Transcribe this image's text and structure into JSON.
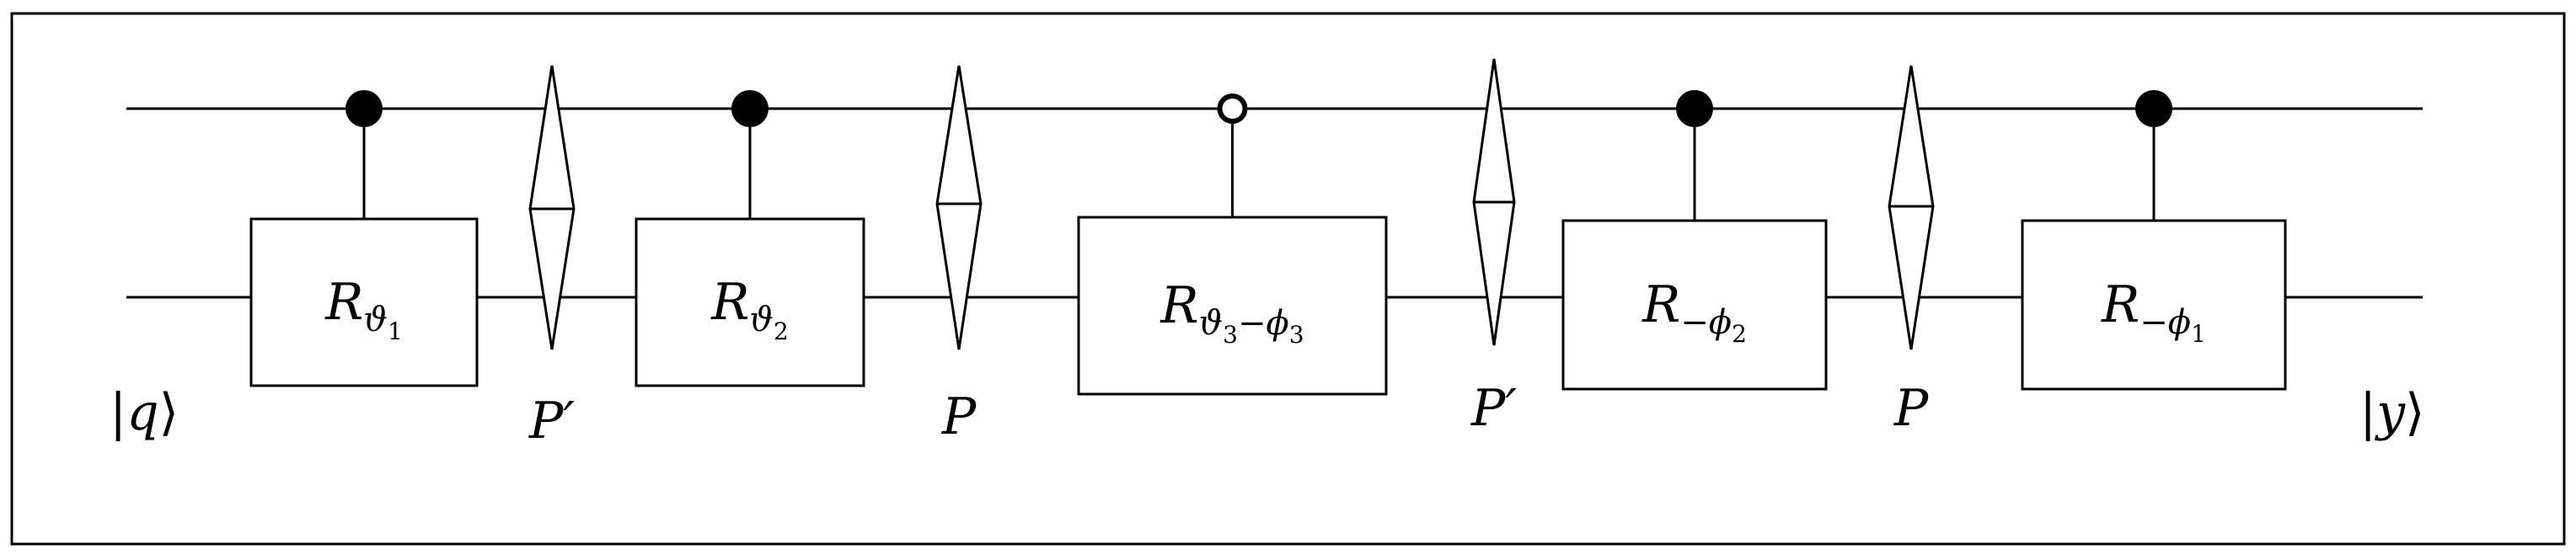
{
  "diagram": {
    "input_state": {
      "bar": "|",
      "symbol": "q",
      "bracket": "⟩"
    },
    "output_state": {
      "bar": "|",
      "symbol": "y",
      "bracket": "⟩"
    },
    "gates": [
      {
        "base": "R",
        "sub_main": "ϑ",
        "sub_index": "1",
        "sub_tail": "",
        "sub_tail_index": "",
        "control": "filled"
      },
      {
        "base": "R",
        "sub_main": "ϑ",
        "sub_index": "2",
        "sub_tail": "",
        "sub_tail_index": "",
        "control": "filled"
      },
      {
        "base": "R",
        "sub_main": "ϑ",
        "sub_index": "3",
        "sub_tail": "−ϕ",
        "sub_tail_index": "3",
        "control": "open"
      },
      {
        "base": "R",
        "sub_main": "−ϕ",
        "sub_index": "2",
        "sub_tail": "",
        "sub_tail_index": "",
        "control": "filled"
      },
      {
        "base": "R",
        "sub_main": "−ϕ",
        "sub_index": "1",
        "sub_tail": "",
        "sub_tail_index": "",
        "control": "filled"
      }
    ],
    "swaps": [
      {
        "label": "P′"
      },
      {
        "label": "P"
      },
      {
        "label": "P′"
      },
      {
        "label": "P"
      }
    ]
  }
}
